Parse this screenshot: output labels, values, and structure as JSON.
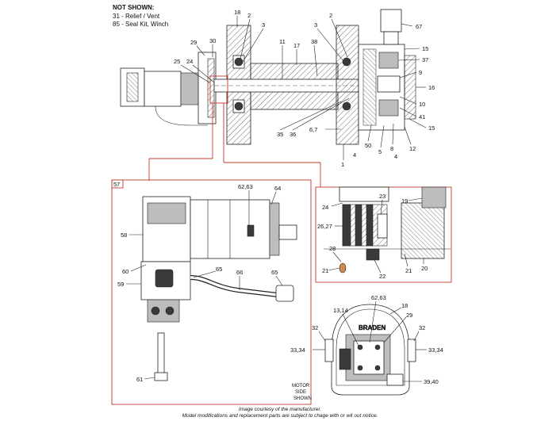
{
  "not_shown": {
    "heading": "NOT SHOWN:",
    "items": [
      "31 - Relief / Vent",
      "85 - Seal Kit, Winch"
    ]
  },
  "detail_box_label": "57",
  "callouts": {
    "main": [
      "18",
      "2",
      "3",
      "29",
      "30",
      "11",
      "17",
      "38",
      "3",
      "2",
      "67",
      "15",
      "37",
      "25",
      "24",
      "9",
      "16",
      "10",
      "41",
      "15",
      "35",
      "36",
      "6,7",
      "50",
      "5",
      "8",
      "12",
      "1",
      "4",
      "4"
    ],
    "detail_57": [
      "62,63",
      "64",
      "58",
      "60",
      "59",
      "65",
      "66",
      "65",
      "61"
    ],
    "detail_seal": [
      "24",
      "23",
      "19",
      "26,27",
      "28",
      "21",
      "22",
      "21",
      "20"
    ],
    "detail_side": [
      "62,63",
      "13,14",
      "18",
      "29",
      "32",
      "32",
      "33,34",
      "33,34",
      "39,40"
    ]
  },
  "side_view_text": {
    "brand": "BRADEN",
    "motor_side": [
      "MOTOR",
      "SIDE",
      "SHOWN"
    ]
  },
  "footer": {
    "line1": "Image courtesy of the manufacturer.",
    "line2": "Model modifications and replacement parts are subject to chage with or wit out notice."
  }
}
